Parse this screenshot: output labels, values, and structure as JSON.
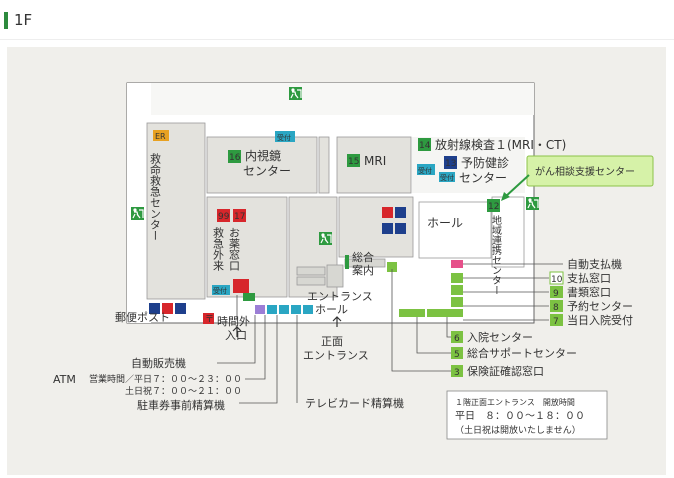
{
  "page": {
    "title": "1F"
  },
  "colors": {
    "green": "#2e9a40",
    "light_green": "#7cc242",
    "navy": "#1e3f8c",
    "red": "#d7262b",
    "orange": "#e8a121",
    "teal": "#2aa6c3",
    "pink": "#e6508a"
  },
  "labels": {
    "er": "ER",
    "emergency": "救命救急センター",
    "reception_a": "受付",
    "reception_b": "受付",
    "reception_c": "受付",
    "n16": "16",
    "endoscope_1": "内視鏡",
    "endoscope_2": "センター",
    "n15": "15",
    "mri": "MRI",
    "n14": "14",
    "radiology": "放射線検査１(MRI・CT)",
    "n13": "13",
    "prevent_1": "予防健診",
    "prevent_2": "センター",
    "cancer": "がん相談支援センター",
    "hall": "ホール",
    "n12": "12",
    "regional": "地域連携センター",
    "n99": "99",
    "er_out": "救急外来",
    "n17": "17",
    "pharmacy": "お薬窓口",
    "info_1": "総合",
    "info_2": "案内",
    "entrance_hall_1": "エントランス",
    "entrance_hall_2": "ホール",
    "autopay": "自動支払機",
    "w10": "10",
    "w10_label": "支払窓口",
    "w9": "9",
    "w9_label": "書類窓口",
    "w8": "8",
    "w8_label": "予約センター",
    "w7": "7",
    "w7_label": "当日入院受付",
    "w6": "6",
    "w6_label": "入院センター",
    "w5": "5",
    "w5_label": "総合サポートセンター",
    "w3": "3",
    "w3_label": "保険証確認窓口",
    "postbox": "郵便ポスト",
    "after_hours_1": "時間外",
    "after_hours_2": "入口",
    "vending": "自動販売機",
    "main_entrance_1": "正面",
    "main_entrance_2": "エントランス",
    "atm": "ATM",
    "atm_hours_1": "営業時間／平日７：００〜２３：００",
    "atm_hours_2": "土日祝７：００〜２１：００",
    "telecard": "テレビカード精算機",
    "parking": "駐車券事前精算機",
    "notice_1": "１階正面エントランス　開放時間",
    "notice_2": "平日　８：００〜１８：００",
    "notice_3": "（土日祝は開放いたしません）"
  }
}
